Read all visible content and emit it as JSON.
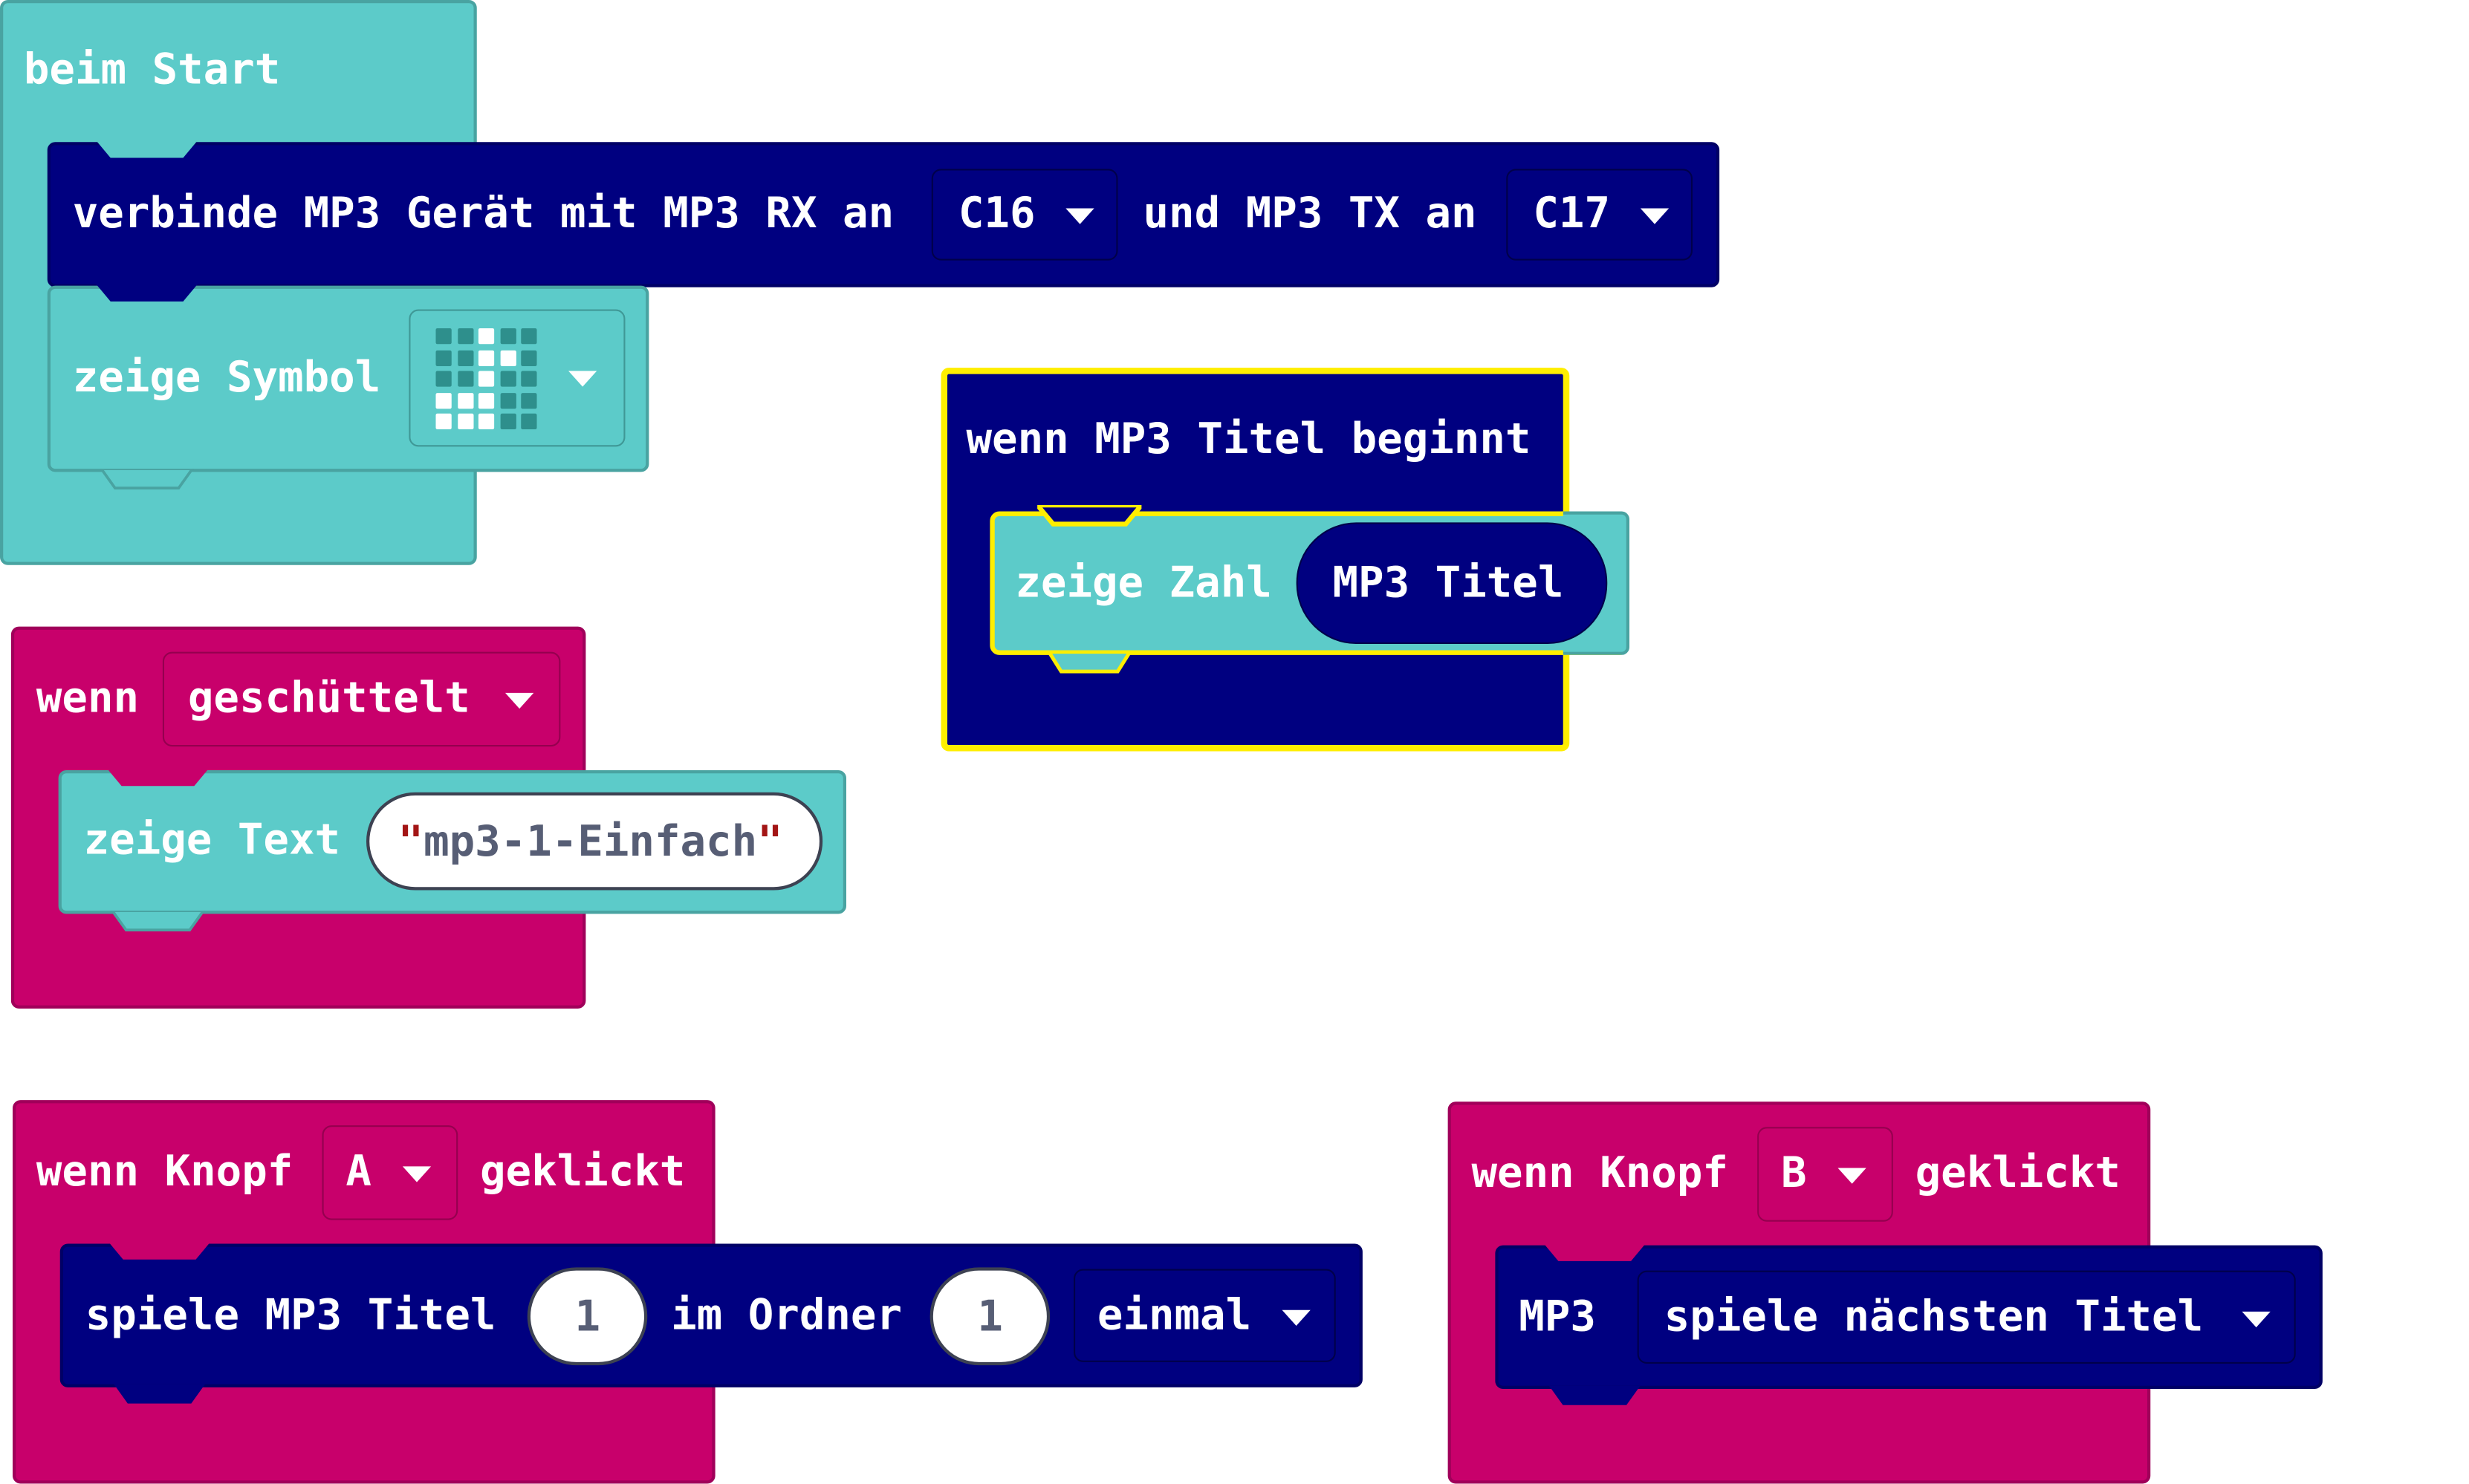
{
  "colors": {
    "basic": "#5ccbc9",
    "event": "#c8006b",
    "mp3": "#000080",
    "highlight": "#ffee00",
    "string_quote": "#a31515"
  },
  "on_start": {
    "hat_label": "beim Start",
    "mp3_connect": {
      "label_1": "verbinde MP3 Gerät mit MP3 RX an",
      "rx_pin": "C16",
      "label_2": "und MP3 TX an",
      "tx_pin": "C17"
    },
    "show_icon": {
      "label": "zeige Symbol",
      "icon_name": "note-icon",
      "led_on": [
        [
          0,
          0,
          1,
          0,
          0
        ],
        [
          0,
          0,
          1,
          1,
          0
        ],
        [
          0,
          0,
          1,
          0,
          0
        ],
        [
          1,
          1,
          1,
          0,
          0
        ],
        [
          1,
          1,
          1,
          0,
          0
        ]
      ]
    }
  },
  "on_track_start": {
    "hat_label": "wenn MP3 Titel beginnt",
    "show_number": {
      "label": "zeige Zahl",
      "reporter": "MP3 Titel"
    }
  },
  "on_shake": {
    "label_when": "wenn",
    "gesture": "geschüttelt",
    "show_string": {
      "label": "zeige Text",
      "quote_open": "\"",
      "value": "mp3-1-Einfach",
      "quote_close": "\""
    }
  },
  "button_a": {
    "label_when": "wenn Knopf",
    "button": "A",
    "label_clicked": "geklickt",
    "play": {
      "label_1": "spiele MP3 Titel",
      "track": "1",
      "label_2": "im Ordner",
      "folder": "1",
      "repeat": "einmal"
    }
  },
  "button_b": {
    "label_when": "wenn Knopf",
    "button": "B",
    "label_clicked": "geklickt",
    "next": {
      "label_prefix": "MP3",
      "action": "spiele nächsten Titel"
    }
  }
}
